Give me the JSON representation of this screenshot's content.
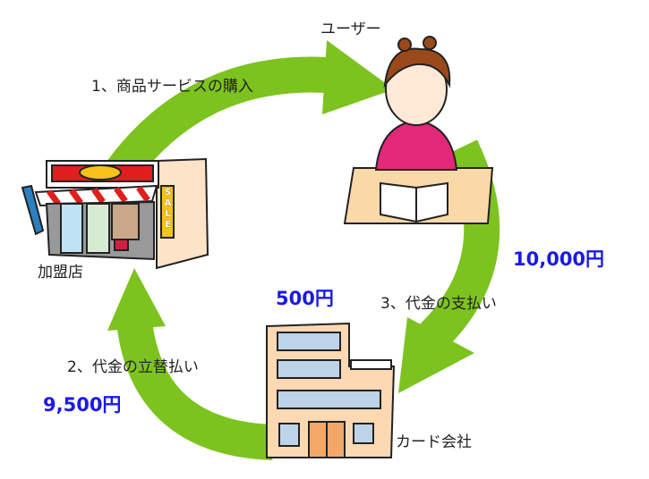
{
  "nodes": {
    "user": "ユーザー",
    "store": "加盟店",
    "card_company": "カード会社"
  },
  "flows": {
    "step1": "1、商品サービスの購入",
    "step2": "2、代金の立替払い",
    "step3": "3、代金の支払い"
  },
  "amounts": {
    "user_payment": "10,000円",
    "fee": "500円",
    "store_payment": "9,500円"
  },
  "store_sign": "SALE",
  "colors": {
    "arrow": "#7dc31f",
    "amount_text": "#1a1ae6"
  }
}
